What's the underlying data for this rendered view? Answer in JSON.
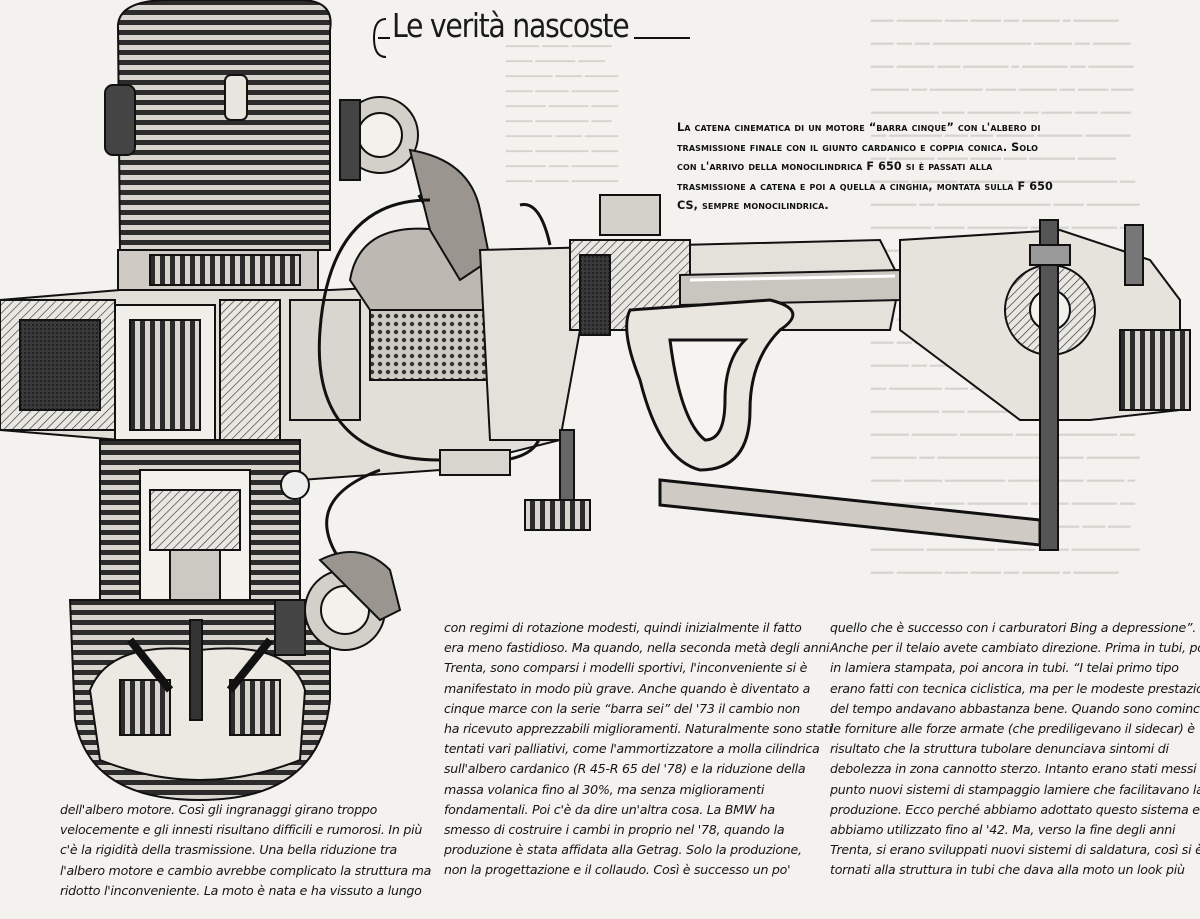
{
  "article": {
    "title": "Le verità nascoste",
    "caption": "La catena cinematica di un motore “barra cinque” con l'albero di trasmissione finale con il giunto cardanico e coppia conica. Solo con l'arrivo della monocilindrica F 650 si è passati alla trasmissione a catena e poi a quella a cinghia, montata sulla F 650 CS, sempre monocilindrica.",
    "columns": [
      {
        "lines": [
          "dell'albero motore. Così gli ingranaggi girano troppo",
          "velocemente e gli innesti risultano difficili e rumorosi. In più",
          "c'è la rigidità della trasmissione. Una bella riduzione tra",
          "l'albero motore e cambio avrebbe complicato la struttura ma",
          "ridotto l'inconveniente. La moto è nata e ha vissuto a lungo"
        ]
      },
      {
        "lines": [
          "con regimi di rotazione modesti, quindi inizialmente il fatto",
          "era meno fastidioso. Ma quando, nella seconda metà degli anni",
          "Trenta, sono comparsi i modelli sportivi, l'inconveniente si è",
          "manifestato in modo più grave. Anche quando è diventato a",
          "cinque marce con la serie “barra sei” del '73 il cambio non",
          "ha ricevuto apprezzabili miglioramenti. Naturalmente sono stati",
          "tentati vari palliativi, come l'ammortizzatore a molla cilindrica",
          "sull'albero cardanico (R 45-R 65 del '78) e la riduzione della",
          "massa volanica fino al 30%, ma senza miglioramenti",
          "fondamentali. Poi c'è da dire un'altra cosa. La BMW ha",
          "smesso di costruire i cambi in proprio nel '78, quando la",
          "produzione è stata affidata alla Getrag. Solo la produzione,",
          "non la progettazione e il collaudo. Così è successo un po'"
        ]
      },
      {
        "lines": [
          "quello che è successo con i carburatori Bing a depressione”.",
          "Anche per il telaio avete cambiato direzione. Prima in tubi, poi",
          "in lamiera stampata, poi ancora in tubi. “I telai primo tipo",
          "erano fatti con tecnica ciclistica, ma per le modeste prestazioni",
          "del tempo andavano abbastanza bene. Quando sono cominciate",
          "le forniture alle forze armate (che prediligevano il sidecar) è",
          "risultato che la struttura tubolare denunciava sintomi di",
          "debolezza in zona cannotto sterzo. Intanto erano stati messi a",
          "punto nuovi sistemi di stampaggio lamiere che facilitavano la",
          "produzione. Ecco perché abbiamo adottato questo sistema e lo",
          "abbiamo utilizzato fino al '42. Ma, verso la fine degli anni",
          "Trenta, si erano sviluppati nuovi sistemi di saldatura, così si è",
          "tornati alla struttura in tubi che dava alla moto un look più"
        ]
      }
    ]
  }
}
